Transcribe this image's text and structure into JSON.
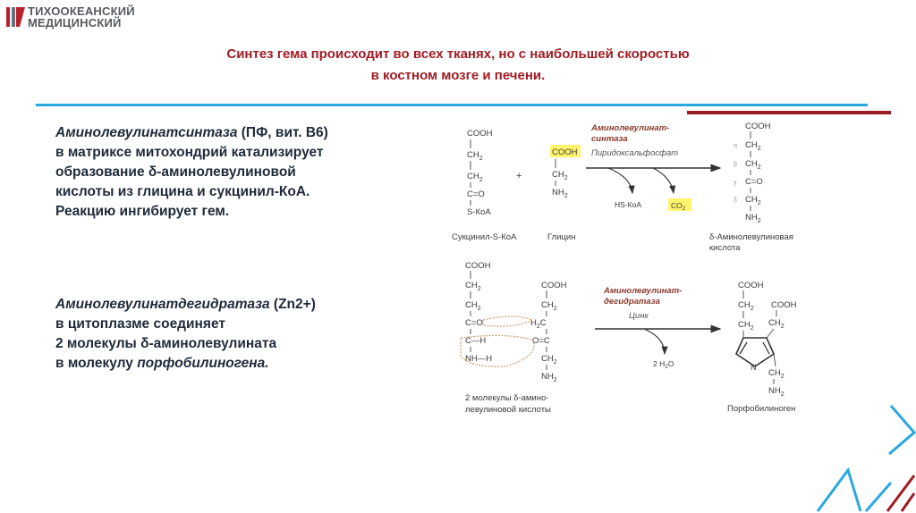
{
  "logo": {
    "line1": "ТИХООКЕАНСКИЙ",
    "line2": "МЕДИЦИНСКИЙ"
  },
  "title": {
    "line1": "Синтез гема происходит во всех тканях, но с наибольшей скоростью",
    "line2": "в костном мозге и печени."
  },
  "block1": {
    "enzyme": "Аминолевулинатсинтаза",
    "cofactor": " (ПФ, вит. В6)",
    "line2": "в матриксе митохондрий катализирует",
    "line3": "образование δ-аминолевулиновой",
    "line4": "кислоты из глицина и сукцинил-КоА.",
    "line5": "Реакцию ингибирует гем."
  },
  "block2": {
    "enzyme": "Аминолевулинатдегидратаза",
    "cofactor": "  (Zn2+)",
    "line2": "в цитоплазме соединяет",
    "line3": "2 молекулы δ-аминолевулината",
    "line4_prefix": "в молекулу ",
    "line4_italic": "порфобилиногена."
  },
  "reaction1": {
    "enzyme_line1": "Аминолевулинат-",
    "enzyme_line2": "синтаза",
    "cofactor": "Пиридоксальфосфат",
    "byproduct1": "HS-КоА",
    "byproduct2": "CO",
    "byproduct2_sub": "2",
    "plus": "+",
    "substrate1_label": "Сукцинил-S-КоА",
    "substrate2_label": "Глицин",
    "product_label_line1": "δ-Аминолевулиновая",
    "product_label_line2": "кислота",
    "cooh": "COOH",
    "ch2": "CH",
    "sub2": "2",
    "co": "C=O",
    "skoa": "S-КоА",
    "nh2": "NH",
    "alpha": "α",
    "beta": "β",
    "gamma": "γ",
    "delta": "δ"
  },
  "reaction2": {
    "enzyme_line1": "Аминолевулинат-",
    "enzyme_line2": "дегидратаза",
    "cofactor": "Цинк",
    "byproduct": "2 H",
    "byproduct_sub": "2",
    "byproduct_end": "O",
    "substrate_label_line1": "2 молекулы δ-амино-",
    "substrate_label_line2": "левулиновой кислоты",
    "product_label": "Порфобилиноген",
    "cooh": "COOH",
    "ch2": "CH",
    "h2c": "H",
    "h2c_end": "C",
    "sub2": "2",
    "co_left": "C=O",
    "co_right": "O=C",
    "ch": "C—H",
    "nh": "NH—H",
    "nh2": "NH",
    "n": "N"
  },
  "colors": {
    "title_red": "#a01c23",
    "accent_blue": "#29a8df",
    "accent_red": "#9b1b22",
    "enzyme_brown": "#8a3a2a",
    "highlight_yellow": "#fff46b"
  }
}
